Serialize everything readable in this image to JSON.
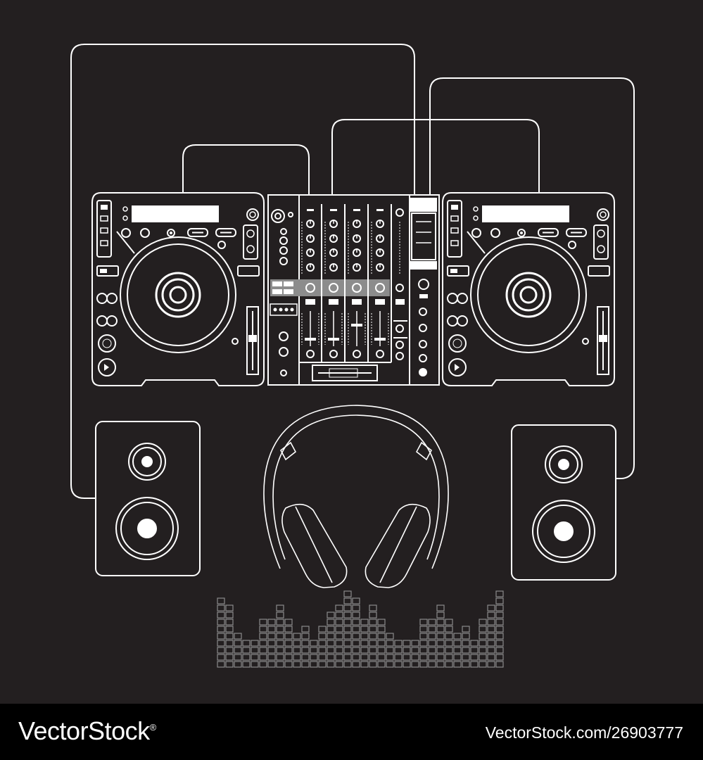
{
  "colors": {
    "background": "#231f20",
    "line": "#ffffff",
    "equalizer": "#8a8a8a",
    "footer": "#000000"
  },
  "scene": {
    "subjects": [
      "cable-icon",
      "cd-player-icon",
      "dj-mixer-icon",
      "speaker-icon",
      "headphones-icon",
      "equalizer-icon"
    ]
  },
  "equalizer": {
    "column_levels": [
      10,
      9,
      5,
      4,
      4,
      7,
      7,
      9,
      7,
      5,
      6,
      4,
      6,
      8,
      9,
      11,
      10,
      7,
      9,
      7,
      5,
      4,
      4,
      4,
      7,
      7,
      9,
      7,
      5,
      6,
      4,
      7,
      9,
      11
    ]
  },
  "footer": {
    "brand": "VectorStock",
    "brand_mark": "®",
    "url": "VectorStock.com/26903777"
  }
}
